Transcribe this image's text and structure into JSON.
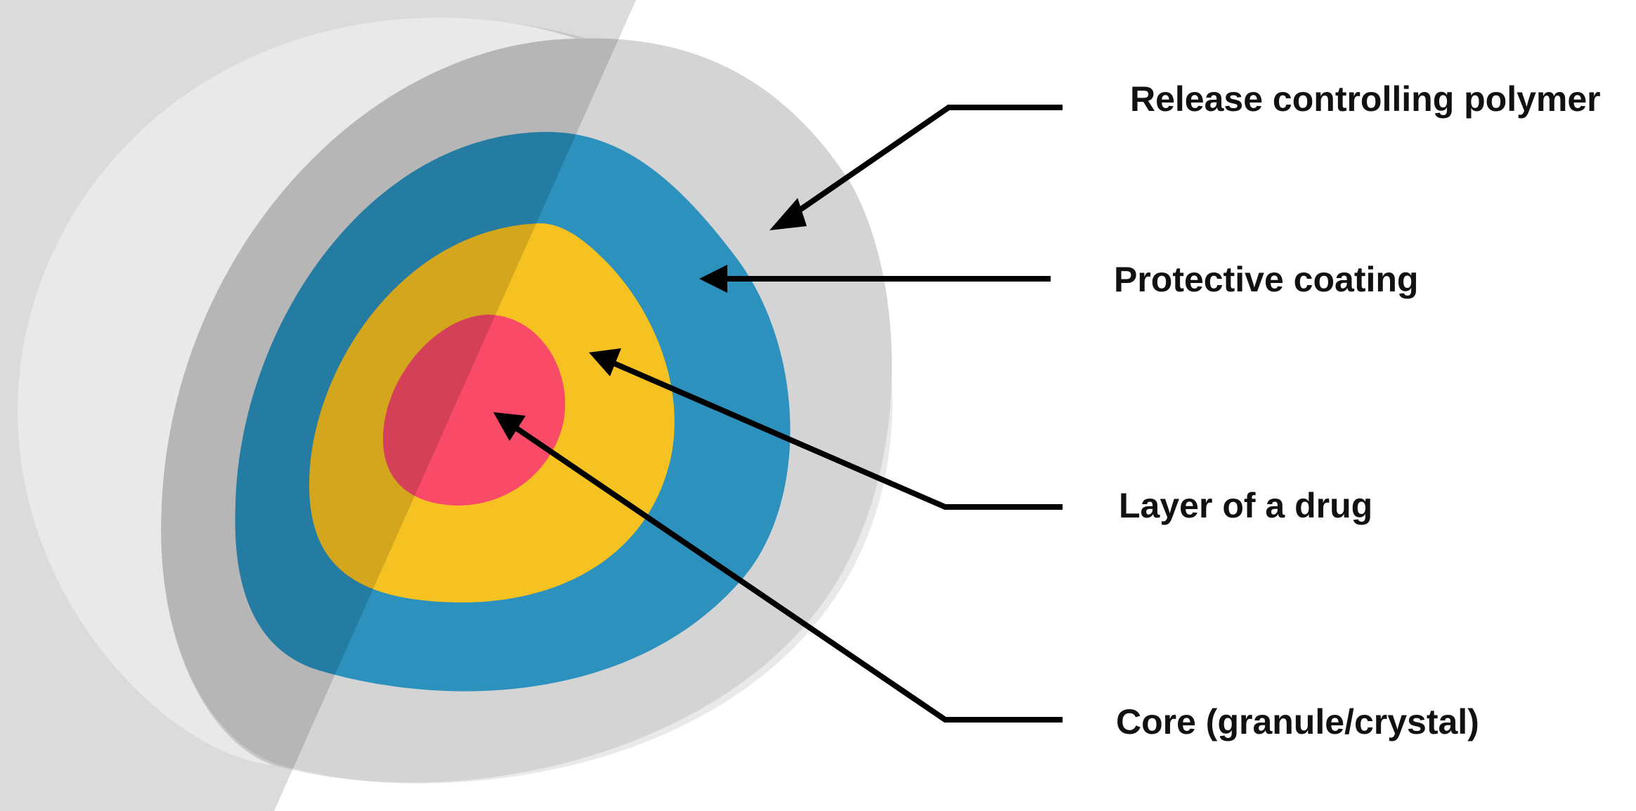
{
  "labels": {
    "release_controlling_polymer": "Release controlling polymer",
    "protective_coating": "Protective coating",
    "layer_of_a_drug": "Layer of a drug",
    "core": "Core (granule/crystal)"
  },
  "colors": {
    "release_controlling_polymer": "#d4d4d4",
    "outer_shell_light": "#e9e9e9",
    "outer_shell_dark": "#b4b4b4",
    "protective_coating": "#2c91bd",
    "layer_of_a_drug": "#f6c222",
    "core": "#f94b68",
    "arrows": "#000000"
  }
}
